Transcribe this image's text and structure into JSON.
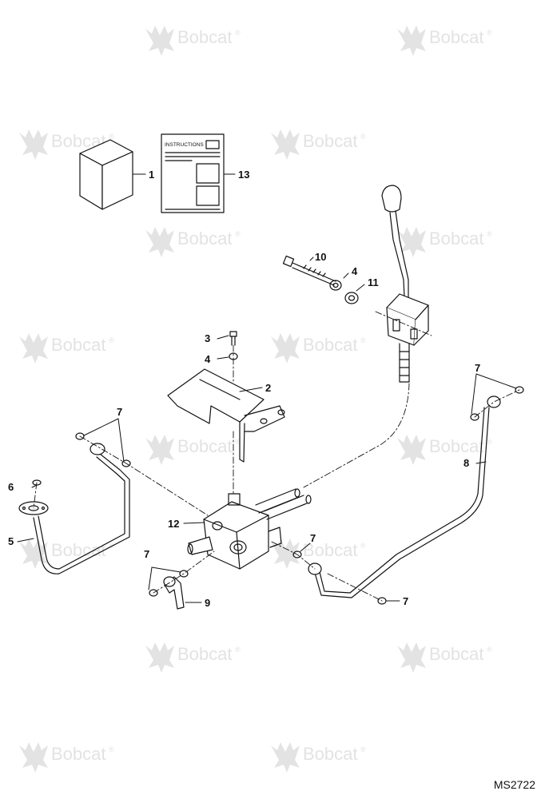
{
  "watermark": {
    "text": "Bobcat",
    "mark": "®",
    "logo": "bobcat-head-logo"
  },
  "document": {
    "title": "INSTRUCTIONS"
  },
  "callouts": {
    "n1": "1",
    "n2": "2",
    "n3": "3",
    "n4a": "4",
    "n4b": "4",
    "n5": "5",
    "n6": "6",
    "n7a": "7",
    "n7b": "7",
    "n7c": "7",
    "n7d": "7",
    "n7e": "7",
    "n8": "8",
    "n9": "9",
    "n10": "10",
    "n11": "11",
    "n12": "12",
    "n13": "13"
  },
  "reference": "MS2722",
  "colors": {
    "line": "#111111",
    "watermark": "#e3e3e3"
  }
}
